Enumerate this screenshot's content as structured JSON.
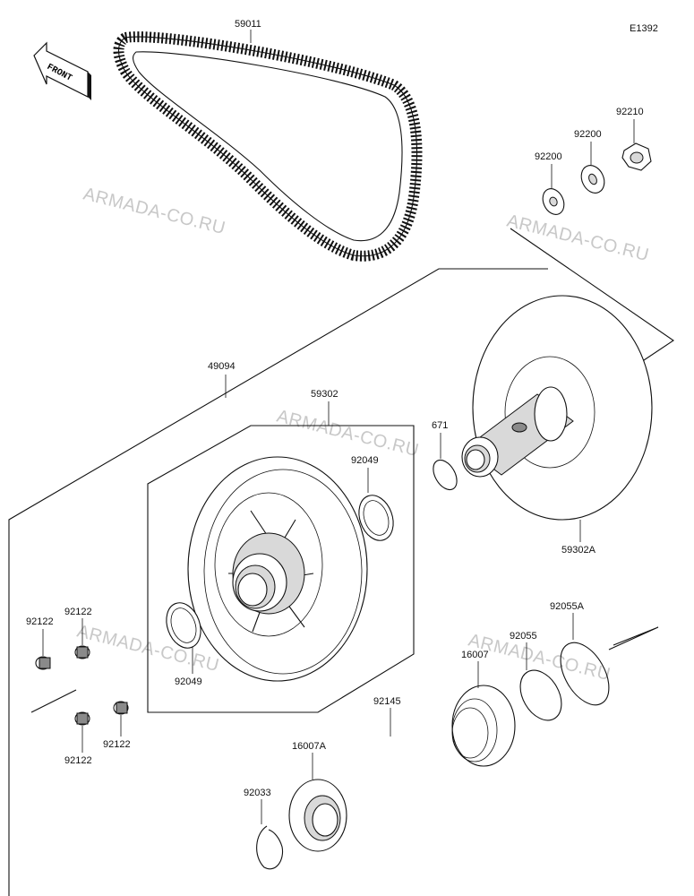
{
  "diagram_code": "E1392",
  "front_arrow_label": "FRONT",
  "watermark": "ARMADA-CO.RU",
  "labels": {
    "belt": "59011",
    "nut": "92210",
    "washer_outer": "92200",
    "washer_inner": "92200",
    "assembly": "49094",
    "driven_sheave": "59302",
    "bushing_top": "92049",
    "bushing_bottom": "92049",
    "oring": "671",
    "fixed_sheave": "59302A",
    "ring_a": "92055A",
    "ring_b": "92055",
    "cam": "16007",
    "spring": "92145",
    "cam_a": "16007A",
    "circlip": "92033",
    "roller_1": "92122",
    "roller_2": "92122",
    "roller_3": "92122",
    "roller_4": "92122"
  }
}
